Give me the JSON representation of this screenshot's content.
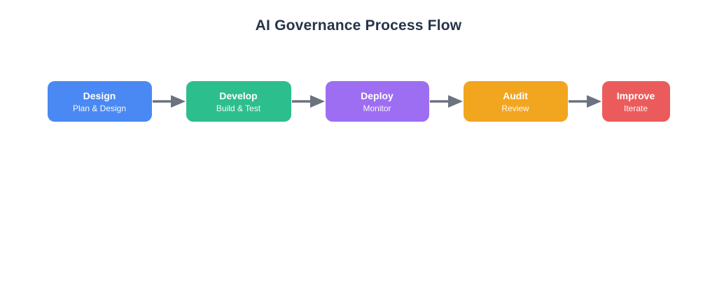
{
  "title": "AI Governance Process Flow",
  "flow": {
    "arrow_color": "#6b7280",
    "steps": [
      {
        "label": "Design",
        "sublabel": "Plan & Design",
        "color": "#4a89f3"
      },
      {
        "label": "Develop",
        "sublabel": "Build & Test",
        "color": "#2dbe8d"
      },
      {
        "label": "Deploy",
        "sublabel": "Monitor",
        "color": "#9d6ef2"
      },
      {
        "label": "Audit",
        "sublabel": "Review",
        "color": "#f2a51f"
      },
      {
        "label": "Improve",
        "sublabel": "Iterate",
        "color": "#ec5b5c"
      }
    ]
  }
}
